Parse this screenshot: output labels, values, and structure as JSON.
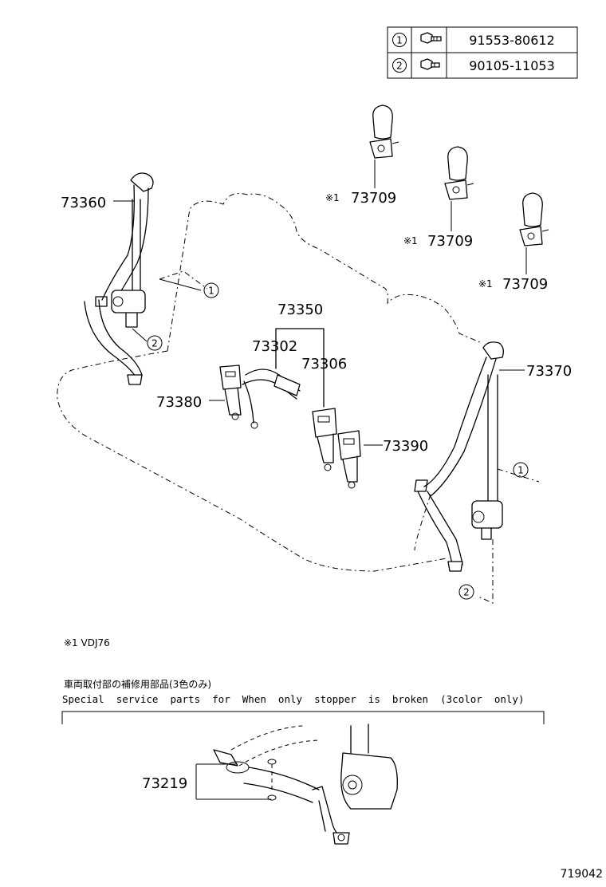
{
  "fasteners": [
    {
      "ref": "1",
      "part_no": "91553-80612",
      "icon": "bolt-icon"
    },
    {
      "ref": "2",
      "part_no": "90105-11053",
      "icon": "bolt-icon"
    }
  ],
  "callouts": {
    "c73360": "73360",
    "c73709a": "73709",
    "c73709b": "73709",
    "c73709c": "73709",
    "c73350": "73350",
    "c73302": "73302",
    "c73306": "73306",
    "c73380": "73380",
    "c73390": "73390",
    "c73370": "73370",
    "c73219": "73219"
  },
  "markers": {
    "note_mark": "※1",
    "ref1": "1",
    "ref2": "2"
  },
  "note": "※1  VDJ76",
  "special_parts": {
    "jp": "車両取付部の補修用部品(3色のみ)",
    "en": "Special  service  parts  for  When  only  stopper  is  broken  (3color  only)"
  },
  "diagram_id": "719042"
}
